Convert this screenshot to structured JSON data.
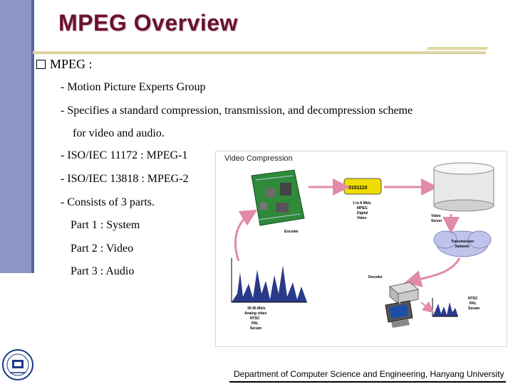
{
  "slide": {
    "title": "MPEG Overview",
    "heading": "MPEG :",
    "lines": [
      "-  Motion Picture Experts Group",
      "-  Specifies a standard compression, transmission, and decompression scheme",
      "for  video and audio.",
      "-  ISO/IEC 11172 : MPEG-1",
      "-  ISO/IEC 13818 : MPEG-2",
      "- Consists of 3 parts.",
      "Part 1 : System",
      "Part 2 : Video",
      "Part 3 : Audio"
    ]
  },
  "figure": {
    "title": "Video Compression",
    "bits": "0101110",
    "rate_label": [
      "1 to 8 Mb/s",
      "MPEG",
      "Digital",
      "Video"
    ],
    "encoder_label": "Encoder",
    "server_label": [
      "Video",
      "Server"
    ],
    "network_label": [
      "Transmission",
      "Network"
    ],
    "decoder_label": "Decoder",
    "analog_label": [
      "30-95 Mb/s",
      "Analog video",
      "NTSC",
      "PAL",
      "Secam"
    ],
    "output_label": [
      "NTSC",
      "PAL",
      "Secam"
    ]
  },
  "footer": {
    "text": "Department of Computer Science and Engineering, Hanyang University"
  },
  "colors": {
    "title": "#6a1230",
    "sidebar": "#8c95c4",
    "rule": "#d3cc94",
    "arrow": "#e38aa8",
    "network": "#c0c4ea",
    "bits": "#f0dc00"
  }
}
